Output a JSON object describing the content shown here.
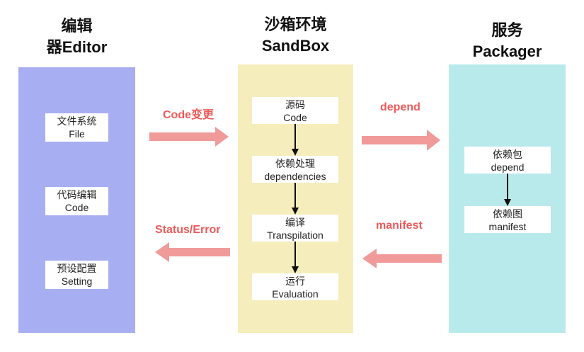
{
  "columns": {
    "editor": {
      "title_line1": "编辑",
      "title_line2": "器Editor"
    },
    "sandbox": {
      "title_line1": "沙箱环境",
      "title_line2": "SandBox"
    },
    "packager": {
      "title_line1": "服务",
      "title_line2": "Packager"
    }
  },
  "editor_boxes": [
    {
      "zh": "文件系统",
      "en": "File"
    },
    {
      "zh": "代码编辑",
      "en": "Code"
    },
    {
      "zh": "预设配置",
      "en": "Setting"
    }
  ],
  "sandbox_boxes": [
    {
      "zh": "源码",
      "en": "Code"
    },
    {
      "zh": "依赖处理",
      "en": "dependencies"
    },
    {
      "zh": "编译",
      "en": "Transpilation"
    },
    {
      "zh": "运行",
      "en": "Evaluation"
    }
  ],
  "packager_boxes": [
    {
      "zh": "依赖包",
      "en": "depend"
    },
    {
      "zh": "依赖图",
      "en": "manifest"
    }
  ],
  "flows": {
    "code_change": "Code变更",
    "depend": "depend",
    "status_error": "Status/Error",
    "manifest": "manifest"
  },
  "colors": {
    "editor_bg": "#a8aef2",
    "sandbox_bg": "#f6edbc",
    "packager_bg": "#b9eaeb",
    "arrow": "#f19a9a",
    "label": "#ec5a5a"
  }
}
